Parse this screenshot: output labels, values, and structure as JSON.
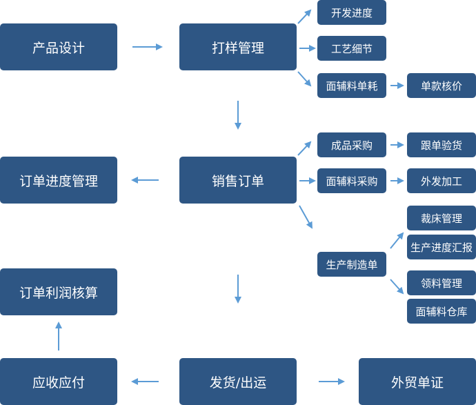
{
  "colors": {
    "box": "#2e5684",
    "text": "#ffffff",
    "arrow": "#5b9bd5"
  },
  "nodes": {
    "product_design": "产品设计",
    "sample_management": "打样管理",
    "development_progress": "开发进度",
    "process_details": "工艺细节",
    "material_consumption": "面辅料单耗",
    "unit_costing": "单款核价",
    "sales_order": "销售订单",
    "order_progress_management": "订单进度管理",
    "finished_goods_purchase": "成品采购",
    "order_inspection": "跟单验货",
    "material_purchase": "面辅料采购",
    "outsourced_processing": "外发加工",
    "production_order": "生产制造单",
    "cutting_management": "裁床管理",
    "production_progress_report": "生产进度汇报",
    "material_requisition": "领料管理",
    "material_warehouse": "面辅料仓库",
    "order_profit_accounting": "订单利润核算",
    "shipping": "发货/出运",
    "receivables_payables": "应收应付",
    "foreign_trade_documents": "外贸单证"
  },
  "edges": [
    [
      "product_design",
      "sample_management"
    ],
    [
      "sample_management",
      "development_progress"
    ],
    [
      "sample_management",
      "process_details"
    ],
    [
      "sample_management",
      "material_consumption"
    ],
    [
      "material_consumption",
      "unit_costing"
    ],
    [
      "sample_management",
      "sales_order"
    ],
    [
      "sales_order",
      "order_progress_management"
    ],
    [
      "sales_order",
      "finished_goods_purchase"
    ],
    [
      "finished_goods_purchase",
      "order_inspection"
    ],
    [
      "sales_order",
      "material_purchase"
    ],
    [
      "material_purchase",
      "outsourced_processing"
    ],
    [
      "sales_order",
      "production_order"
    ],
    [
      "production_order",
      "cutting_management"
    ],
    [
      "production_order",
      "material_requisition"
    ],
    [
      "sales_order",
      "shipping"
    ],
    [
      "shipping",
      "receivables_payables"
    ],
    [
      "shipping",
      "foreign_trade_documents"
    ],
    [
      "receivables_payables",
      "order_profit_accounting"
    ]
  ]
}
